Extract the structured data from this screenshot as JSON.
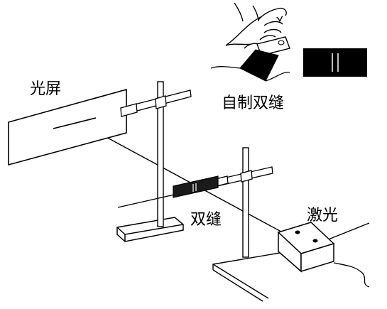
{
  "labels": {
    "screen": "光屏",
    "homemade_double_slit": "自制双缝",
    "double_slit": "双缝",
    "laser": "激光"
  },
  "icons": [
    "hand-icon",
    "razor-blade-icon",
    "light-screen",
    "double-slit-card",
    "laser-box"
  ],
  "colors": {
    "ink": "#000000",
    "paper": "#ffffff",
    "slit_card": "#1a1a1a",
    "slit_gap": "#ffffff"
  }
}
